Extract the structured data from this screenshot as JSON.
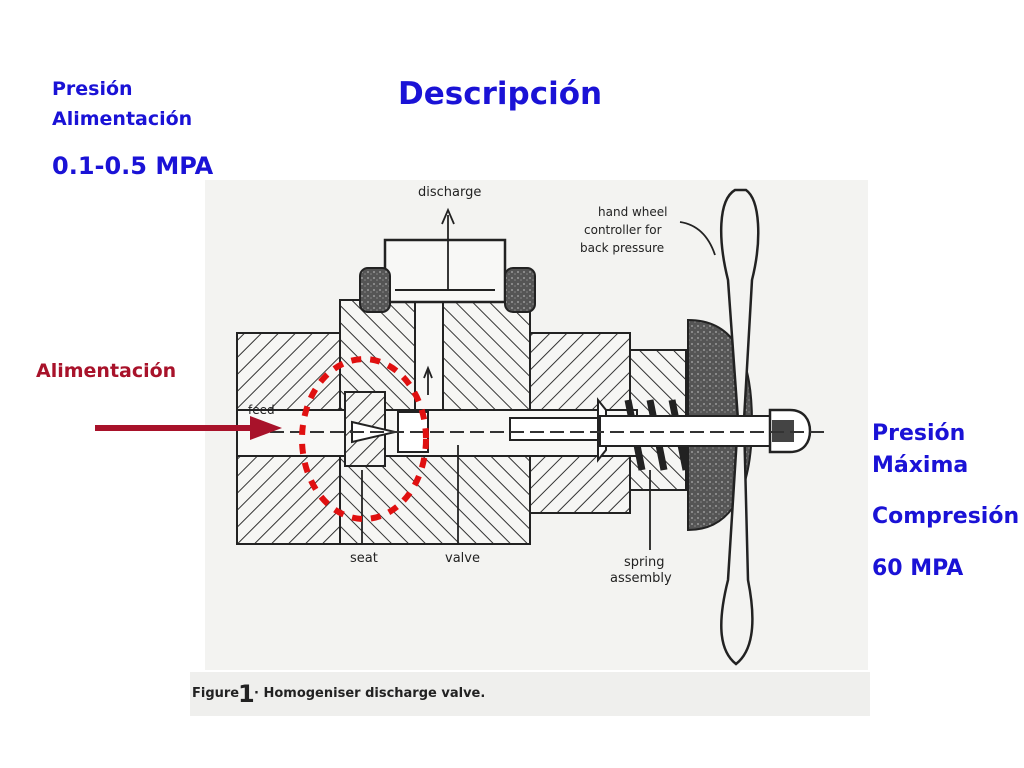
{
  "title": "Descripción",
  "feed_pressure": {
    "label": "Presión Alimentación",
    "value": "0.1-0.5 MPA"
  },
  "feed": {
    "label": "Alimentación"
  },
  "max_pressure": {
    "label": "Presión Máxima",
    "compression": "Compresión",
    "value": "60 MPA"
  },
  "figure": {
    "caption_prefix": "Figure",
    "caption_number": "1",
    "caption_text": "· Homogeniser discharge valve.",
    "labels": {
      "discharge": "discharge",
      "hand_wheel_1": "hand wheel",
      "hand_wheel_2": "controller for",
      "hand_wheel_3": "back pressure",
      "feed_1": "feed",
      "feed_2": "→",
      "seat": "seat",
      "valve": "valve",
      "spring_1": "spring",
      "spring_2": "assembly"
    }
  },
  "colors": {
    "heading": "#1a12d6",
    "feed_arrow": "#a8122a",
    "highlight_circle": "#e01010"
  }
}
